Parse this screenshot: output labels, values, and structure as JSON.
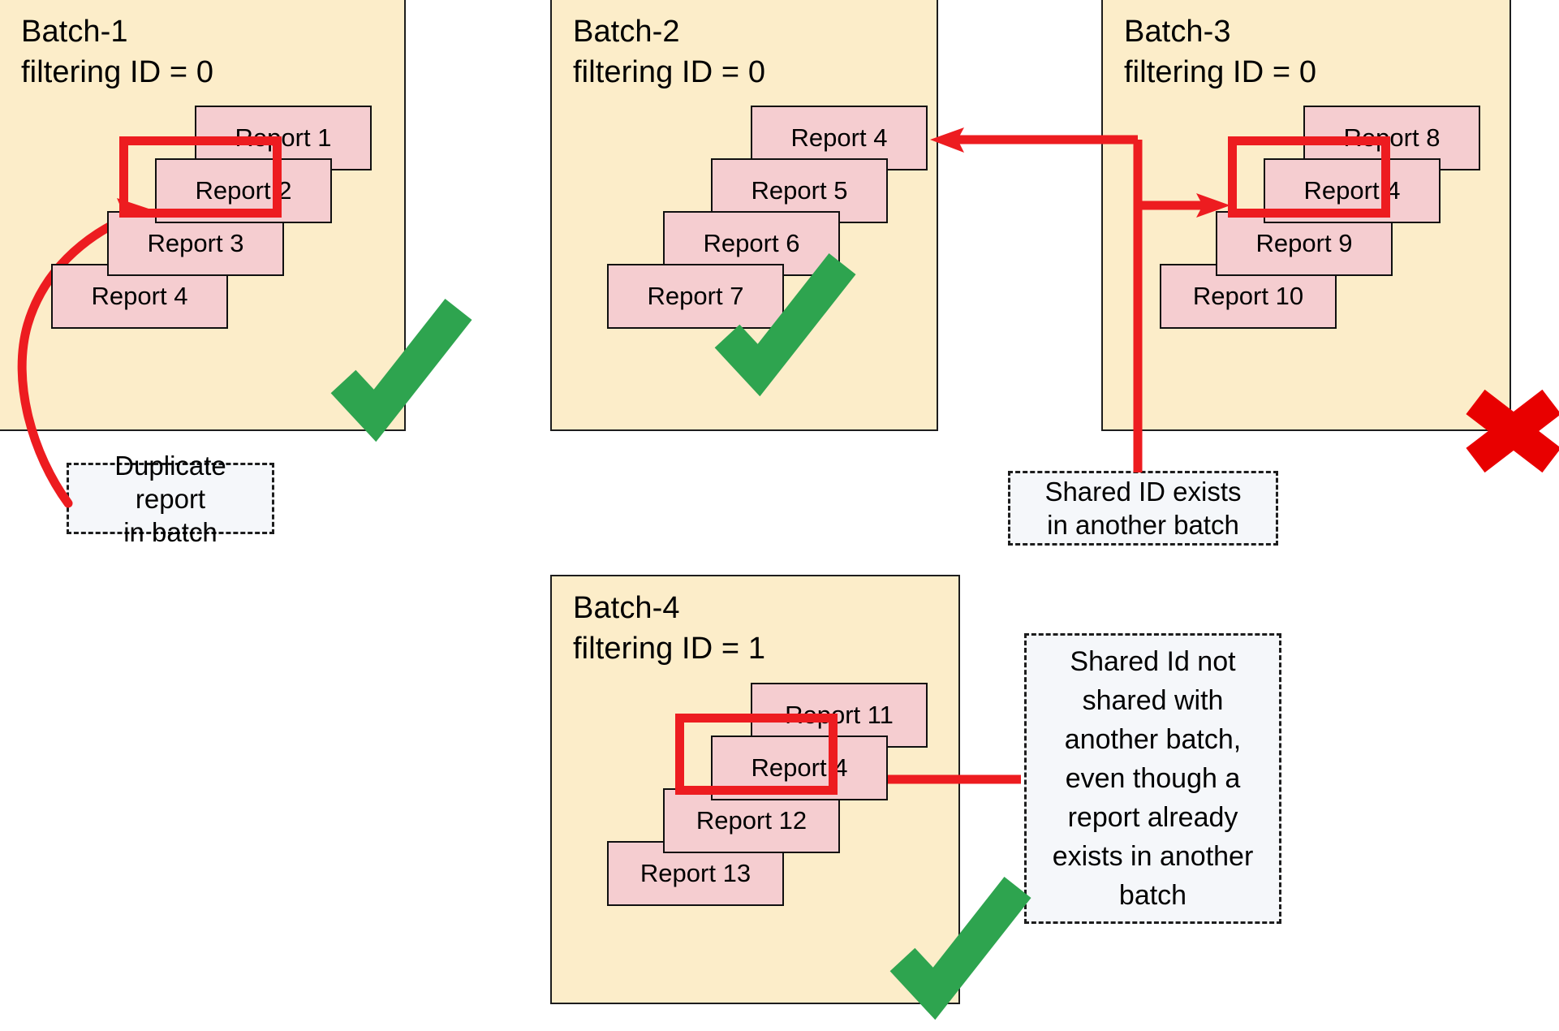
{
  "diagram": {
    "title_hidden": "",
    "colors": {
      "batch_background": "#fcedc9",
      "card_background": "#f5cdd0",
      "highlight_red": "#ed1c20",
      "check_green": "#2ea44f",
      "cross_red": "#e80000",
      "callout_background": "#f5f7fa",
      "outline": "#1d1d1d"
    }
  },
  "batches": [
    {
      "id": "batch-1",
      "name": "Batch-1",
      "filter_label": "filtering ID = 0",
      "title_text": "Batch-1\nfiltering ID = 0",
      "status": "valid",
      "status_icon": "green-check-icon",
      "reports": [
        {
          "label": "Report 1",
          "highlighted": false
        },
        {
          "label": "Report 2",
          "highlighted": true
        },
        {
          "label": "Report 3",
          "highlighted": false
        },
        {
          "label": "Report 4",
          "highlighted": false
        }
      ]
    },
    {
      "id": "batch-2",
      "name": "Batch-2",
      "filter_label": "filtering ID = 0",
      "title_text": "Batch-2\nfiltering ID = 0",
      "status": "valid",
      "status_icon": "green-check-icon",
      "reports": [
        {
          "label": "Report 4",
          "highlighted": false
        },
        {
          "label": "Report 5",
          "highlighted": false
        },
        {
          "label": "Report 6",
          "highlighted": false
        },
        {
          "label": "Report 7",
          "highlighted": false
        }
      ]
    },
    {
      "id": "batch-3",
      "name": "Batch-3",
      "filter_label": "filtering ID = 0",
      "title_text": "Batch-3\nfiltering ID = 0",
      "status": "invalid",
      "status_icon": "red-cross-icon",
      "reports": [
        {
          "label": "Report 8",
          "highlighted": false
        },
        {
          "label": "Report 4",
          "highlighted": true
        },
        {
          "label": "Report 9",
          "highlighted": false
        },
        {
          "label": "Report 10",
          "highlighted": false
        }
      ]
    },
    {
      "id": "batch-4",
      "name": "Batch-4",
      "filter_label": "filtering ID = 1",
      "title_text": "Batch-4\nfiltering ID = 1",
      "status": "valid",
      "status_icon": "green-check-icon",
      "reports": [
        {
          "label": "Report 11",
          "highlighted": false
        },
        {
          "label": "Report 4",
          "highlighted": true
        },
        {
          "label": "Report 12",
          "highlighted": false
        },
        {
          "label": "Report 13",
          "highlighted": false
        }
      ]
    }
  ],
  "callouts": [
    {
      "id": "callout-duplicate",
      "line1": "Duplicate report",
      "line2": "in batch",
      "text": "Duplicate report in batch"
    },
    {
      "id": "callout-shared-id-exists",
      "line1": "Shared ID exists",
      "line2": "in another batch",
      "text": "Shared ID exists in another batch"
    },
    {
      "id": "callout-shared-id-not-shared",
      "text": "Shared Id not shared with another batch, even though a report already exists in another batch"
    }
  ],
  "annotations": {
    "arrow_duplicate": "curved-red-arrow-to-report-2",
    "arrow_shared_left": "red-arrow-to-batch2-report-4",
    "arrow_shared_right": "red-arrow-to-batch3-report-4",
    "arrow_batch4": "red-arrow-to-batch4-report-4"
  }
}
